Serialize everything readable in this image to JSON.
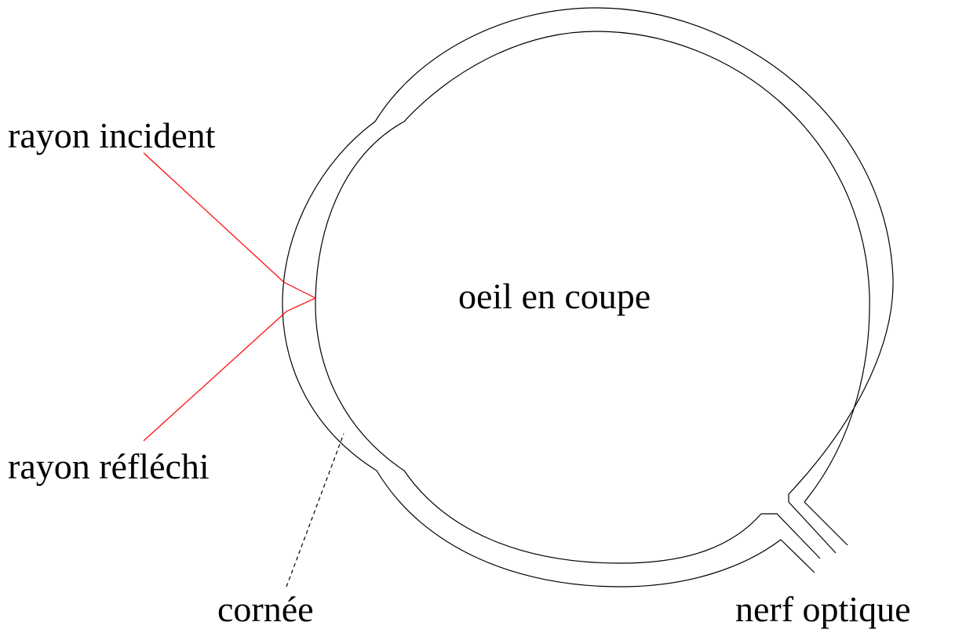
{
  "labels": {
    "incident": "rayon incident",
    "reflected": "rayon réfléchi",
    "center": "oeil en coupe",
    "cornea": "cornée",
    "optic_nerve": "nerf optique"
  },
  "colors": {
    "outline": "#000000",
    "ray": "#ff0000",
    "text": "#000000",
    "background": "#ffffff"
  }
}
